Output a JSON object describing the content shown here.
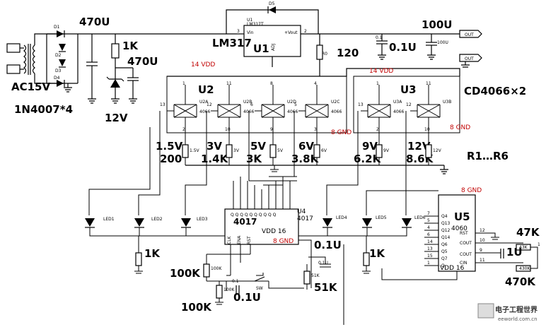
{
  "labels": {
    "c_in": "470U",
    "c_reg_in": "470U",
    "c_out_small": "0.1U",
    "c_out_big": "100U",
    "r_led": "1K",
    "zener_v": "12V",
    "transformer": "AC15V",
    "diodes": "1N4007*4",
    "reg": "LM317",
    "reg_ref": "U1",
    "r_adj": "120",
    "vdd14": "14 VDD",
    "gnd8": "8 GND",
    "u2": "U2",
    "u3": "U3",
    "cd4066": "CD4066×2",
    "r_range": "R1…R6",
    "v1": "1.5V",
    "r1": "200",
    "v2": "3V",
    "r2": "1.4K",
    "v3": "5V",
    "r3": "3K",
    "v4": "6V",
    "r4": "3.8K",
    "v5": "9V",
    "r5": "6.2K",
    "v6": "12V",
    "r6": "8.6K",
    "ic4017": "4017",
    "ic4017_ref": "U4",
    "vdd16_4017": "VDD 16",
    "gnd8_4017": "8 GND",
    "c_4017": "0.1U",
    "c_4017_small": "0.1U",
    "r_4017_1k": "1K",
    "r_4017_1k_right": "1K",
    "r_100k_a": "100K",
    "r_100k_b": "100K",
    "c_01u_sw": "0.1U",
    "r_51k": "51K",
    "u5": "U5",
    "ic4060": "4060",
    "vdd16_4060": "VDD 16",
    "gnd8_4060": "8 GND",
    "r_47k": "47K",
    "c_1u": "1U",
    "r_470k": "470K",
    "out_label": "OUT",
    "led_label": "LED",
    "logo_cn": "电子工程世界",
    "logo_url": "eeworld.com.cn"
  }
}
